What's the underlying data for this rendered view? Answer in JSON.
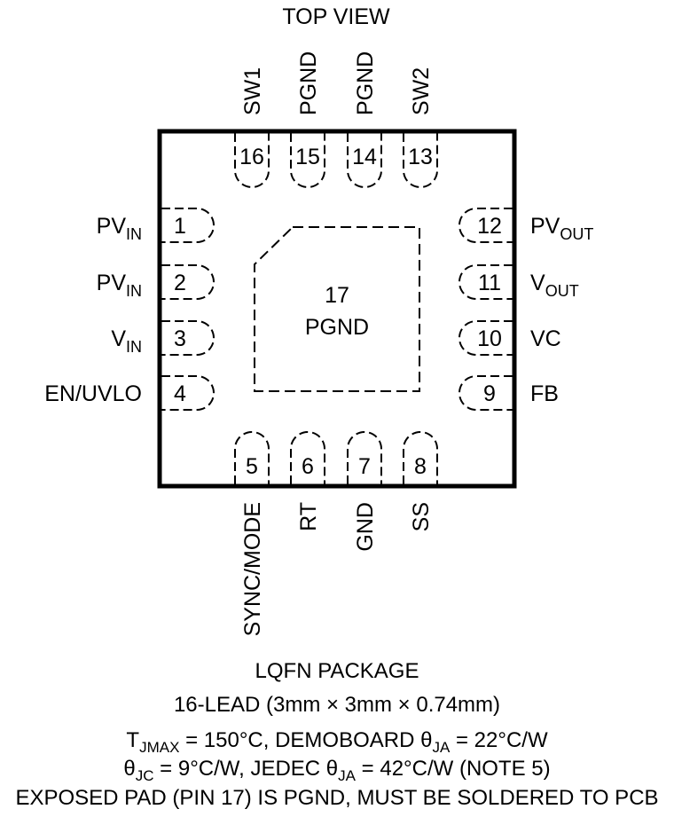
{
  "view_title": "TOP VIEW",
  "exposed_pad": {
    "number": "17",
    "name": "PGND"
  },
  "pins": [
    {
      "num": "1",
      "name": "PV",
      "sub": "IN"
    },
    {
      "num": "2",
      "name": "PV",
      "sub": "IN"
    },
    {
      "num": "3",
      "name": "V",
      "sub": "IN"
    },
    {
      "num": "4",
      "name": "EN/UVLO",
      "sub": ""
    },
    {
      "num": "5",
      "name": "SYNC/MODE",
      "sub": ""
    },
    {
      "num": "6",
      "name": "RT",
      "sub": ""
    },
    {
      "num": "7",
      "name": "GND",
      "sub": ""
    },
    {
      "num": "8",
      "name": "SS",
      "sub": ""
    },
    {
      "num": "9",
      "name": "FB",
      "sub": ""
    },
    {
      "num": "10",
      "name": "VC",
      "sub": ""
    },
    {
      "num": "11",
      "name": "V",
      "sub": "OUT"
    },
    {
      "num": "12",
      "name": "PV",
      "sub": "OUT"
    },
    {
      "num": "13",
      "name": "SW2",
      "sub": ""
    },
    {
      "num": "14",
      "name": "PGND",
      "sub": ""
    },
    {
      "num": "15",
      "name": "PGND",
      "sub": ""
    },
    {
      "num": "16",
      "name": "SW1",
      "sub": ""
    }
  ],
  "footer": {
    "package": "LQFN PACKAGE",
    "lead_info": "16-LEAD (3mm × 3mm × 0.74mm)",
    "thermal1": {
      "t": "T",
      "t_sub": "JMAX",
      "t_rest": " = 150°C, DEMOBOARD θ",
      "ja_sub": "JA",
      "ja_rest": " = 22°C/W"
    },
    "thermal2": {
      "theta": "θ",
      "jc_sub": "JC",
      "jc_rest": " = 9°C/W, JEDEC θ",
      "ja_sub": "JA",
      "ja_rest": " = 42°C/W (NOTE 5)"
    },
    "exposed_note": "EXPOSED PAD (PIN 17) IS PGND, MUST BE SOLDERED TO PCB"
  }
}
